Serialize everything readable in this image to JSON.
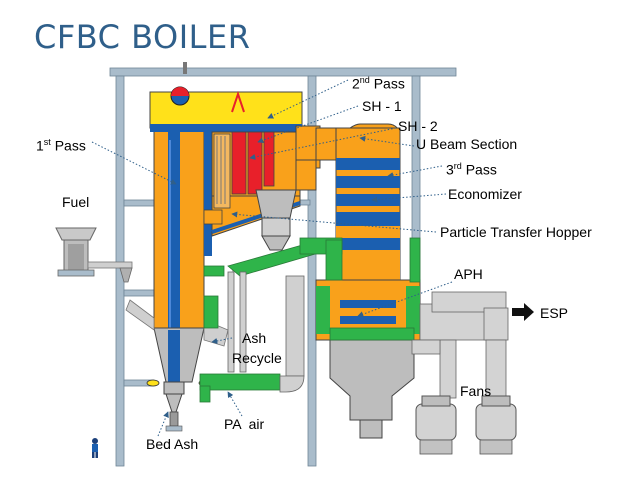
{
  "title": "CFBC BOILER",
  "colors": {
    "title": "#2f5f8a",
    "orange": "#f9a11b",
    "blue": "#1b5fb0",
    "green": "#2fb44a",
    "yellow": "#ffe11a",
    "red": "#e8202a",
    "gray": "#b9b9b9",
    "frame": "#8fa3b3",
    "arrow": "#2f5f8a"
  },
  "labels": {
    "second_pass": {
      "pre": "2",
      "sup": "nd",
      "post": " Pass"
    },
    "sh1": "SH - 1",
    "sh2": "SH - 2",
    "first_pass": {
      "pre": "1",
      "sup": "st",
      "post": " Pass"
    },
    "u_beam": "U Beam Section",
    "third_pass": {
      "pre": "3",
      "sup": "rd",
      "post": " Pass"
    },
    "economizer": "Economizer",
    "fuel": "Fuel",
    "particle_hopper": "Particle Transfer Hopper",
    "aph": "APH",
    "esp": "ESP",
    "ash_recycle_1": "Ash",
    "ash_recycle_2": "Recycle",
    "fans": "Fans",
    "pa_air": "PA  air",
    "bed_ash": "Bed Ash"
  },
  "icons": {
    "esp_arrow": "right-arrow-icon",
    "operator": "person-icon"
  }
}
